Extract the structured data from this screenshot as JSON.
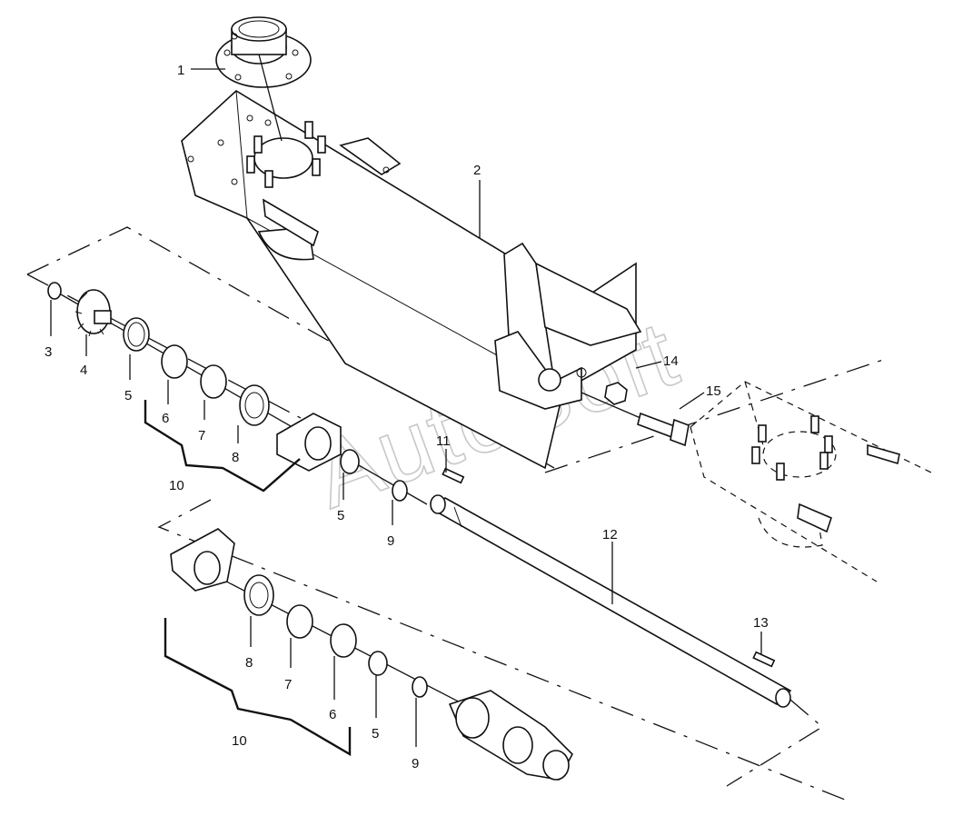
{
  "watermark": "AutoSoft",
  "callouts": {
    "c1": "1",
    "c2": "2",
    "c3": "3",
    "c4": "4",
    "c5a": "5",
    "c5b": "5",
    "c5c": "5",
    "c6a": "6",
    "c6b": "6",
    "c7a": "7",
    "c7b": "7",
    "c8a": "8",
    "c8b": "8",
    "c9a": "9",
    "c9b": "9",
    "c10a": "10",
    "c10b": "10",
    "c11": "11",
    "c12": "12",
    "c13": "13",
    "c14": "14",
    "c15": "15"
  }
}
